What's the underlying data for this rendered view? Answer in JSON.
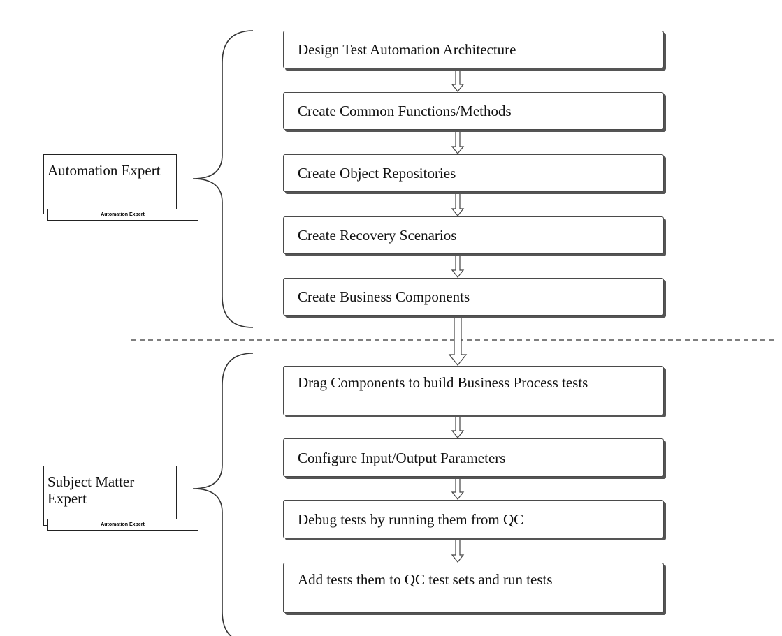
{
  "roles": [
    {
      "name": "Automation Expert",
      "tag": "Automation Expert"
    },
    {
      "name": "Subject Matter Expert",
      "tag": "Automation Expert"
    }
  ],
  "steps": [
    {
      "label": "Design Test Automation Architecture",
      "owner": "Automation Expert"
    },
    {
      "label": "Create Common Functions/Methods",
      "owner": "Automation Expert"
    },
    {
      "label": "Create Object Repositories",
      "owner": "Automation Expert"
    },
    {
      "label": "Create Recovery Scenarios",
      "owner": "Automation Expert"
    },
    {
      "label": "Create Business Components",
      "owner": "Automation Expert"
    },
    {
      "label": "Drag Components to build Business Process tests",
      "owner": "Subject Matter Expert"
    },
    {
      "label": "Configure Input/Output Parameters",
      "owner": "Subject Matter Expert"
    },
    {
      "label": "Debug tests by running them from QC",
      "owner": "Subject Matter Expert"
    },
    {
      "label": "Add tests them to QC test sets and run tests",
      "owner": "Subject Matter Expert"
    }
  ],
  "colors": {
    "border": "#4a4a4a",
    "shadow": "#555555",
    "text": "#111111",
    "divider": "#333333"
  }
}
